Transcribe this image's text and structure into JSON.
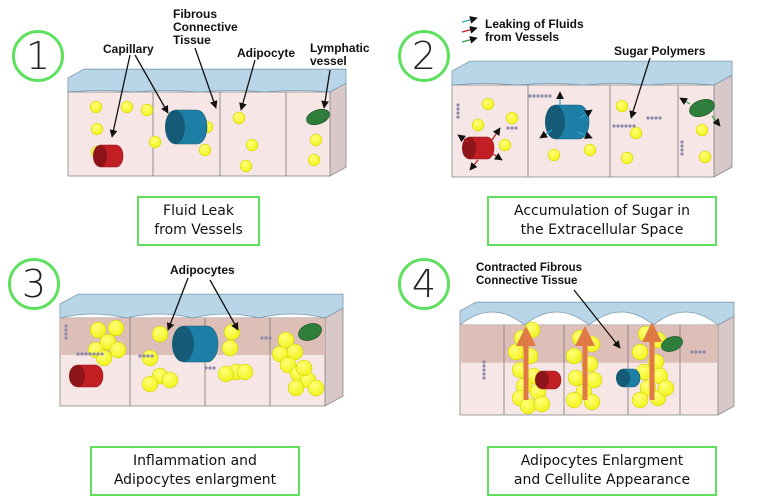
{
  "panels": [
    {
      "number": "1",
      "caption": "Fluid Leak\nfrom Vessels",
      "labels": {
        "capillary": "Capillary",
        "fibrous": "Fibrous\nConnective\nTissue",
        "adipocyte": "Adipocyte",
        "lymphatic": "Lymphatic\nvessel"
      }
    },
    {
      "number": "2",
      "caption": "Accumulation of Sugar in\nthe Extracellular Space",
      "legend": {
        "arrow_colors": [
          "#2aa7c9",
          "#c02020",
          "#3a9a4a"
        ],
        "text": "Leaking of Fluids\nfrom Vessels"
      },
      "labels": {
        "sugar": "Sugar Polymers"
      }
    },
    {
      "number": "3",
      "caption": "Inflammation and\nAdipocytes enlargment",
      "labels": {
        "adipocytes": "Adipocytes"
      }
    },
    {
      "number": "4",
      "caption": "Adipocytes Enlargment\nand Cellulite Appearance",
      "labels": {
        "contracted": "Contracted Fibrous\nConnective Tissue"
      }
    }
  ],
  "colors": {
    "skin": "#b9d6e8",
    "tissue": "#f6e6e6",
    "tissue_inflamed": "#dcbdb5",
    "adipocyte": "#f2f21c",
    "capillary": "#c21f24",
    "fibrous": "#1e7fa6",
    "lymphatic": "#2e7d3a",
    "arrow_up": "#e07a45",
    "frame_green": "#5ee05e"
  }
}
